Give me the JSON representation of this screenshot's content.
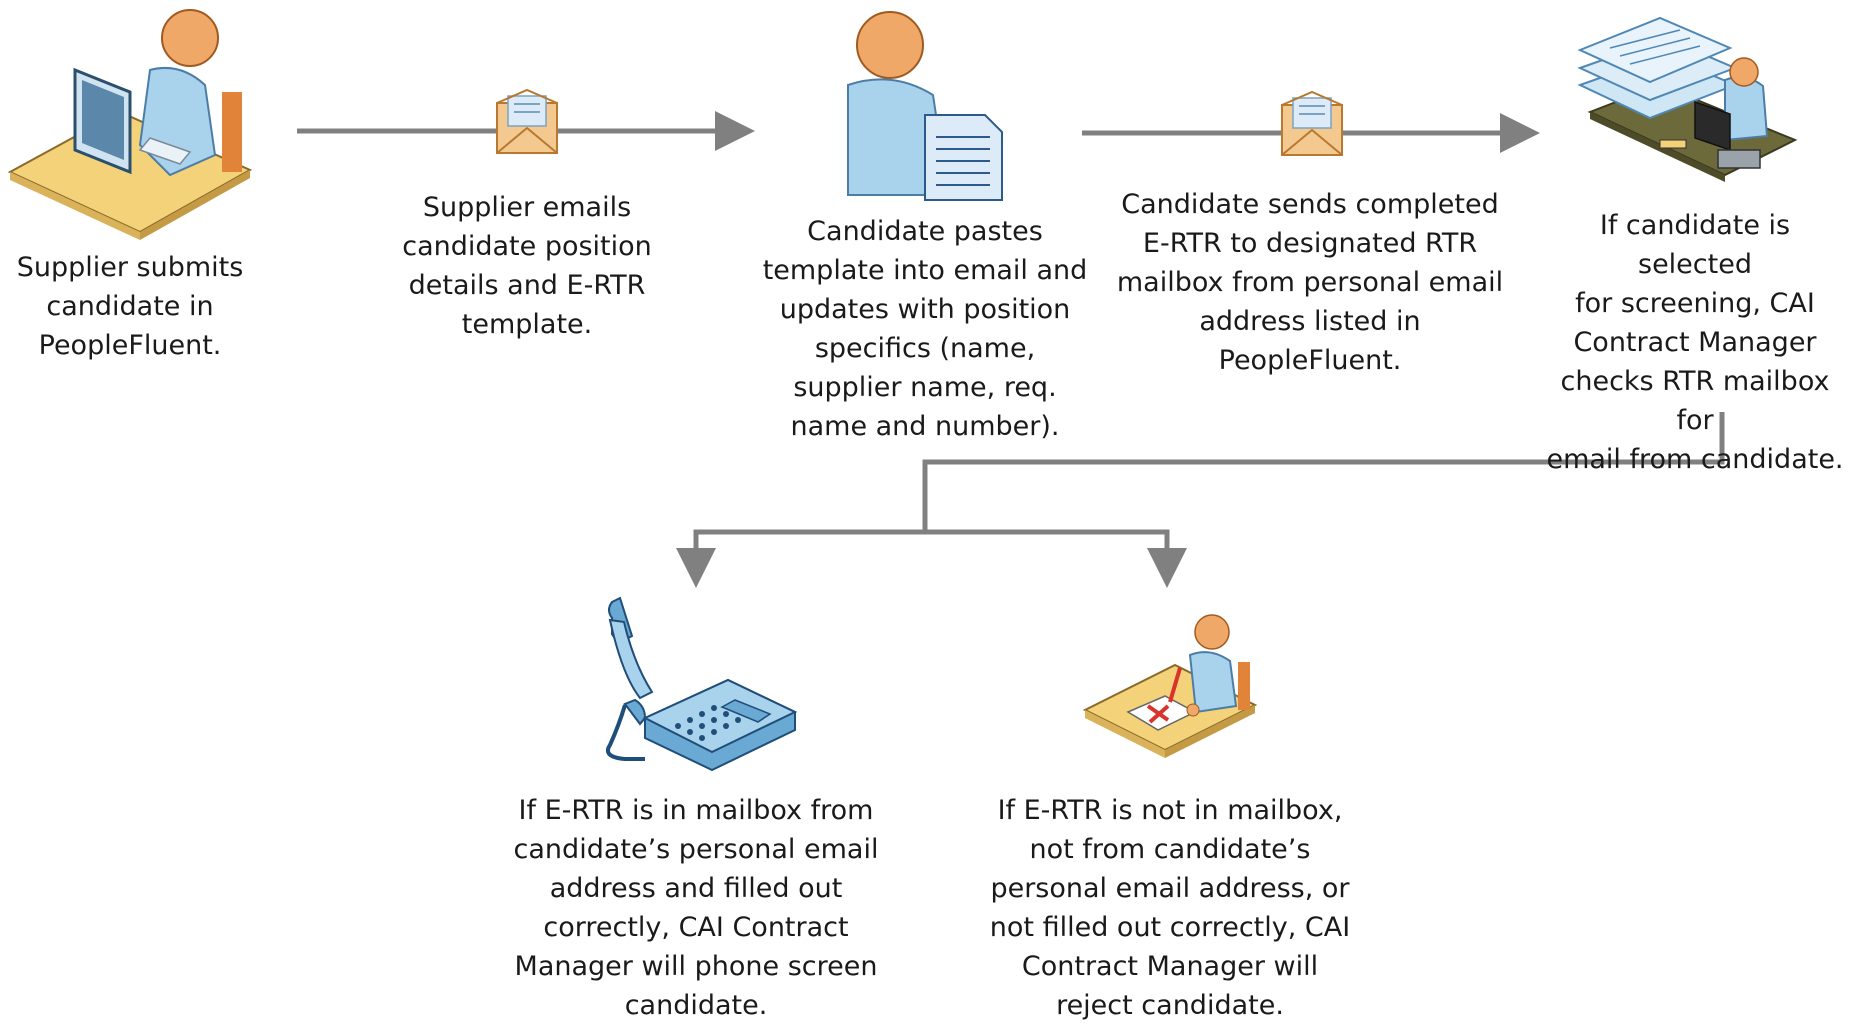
{
  "steps": [
    {
      "id": "supplier-submits",
      "text": "Supplier submits\ncandidate in\nPeopleFluent.",
      "icon": "person-at-computer-icon"
    },
    {
      "id": "supplier-emails",
      "text": "Supplier emails\ncandidate position\ndetails and E-RTR\ntemplate.",
      "icon": "envelope-icon"
    },
    {
      "id": "candidate-pastes",
      "text": "Candidate pastes\ntemplate into email and\nupdates with position\nspecifics (name,\nsupplier name, req.\nname and number).",
      "icon": "person-with-document-icon"
    },
    {
      "id": "candidate-sends",
      "text": "Candidate sends completed\nE-RTR to designated RTR\nmailbox from personal email\naddress listed in\nPeopleFluent.",
      "icon": "envelope-icon"
    },
    {
      "id": "manager-checks",
      "text": "If candidate is selected\nfor screening, CAI\nContract Manager\nchecks RTR mailbox for\nemail from candidate.",
      "icon": "person-with-documents-at-desk-icon"
    },
    {
      "id": "phone-screen",
      "text": "If E-RTR is in mailbox from\ncandidate’s personal email\naddress and filled out\ncorrectly, CAI Contract\nManager will phone screen\ncandidate.",
      "icon": "telephone-icon"
    },
    {
      "id": "reject",
      "text": "If E-RTR is not in mailbox,\nnot from candidate’s\npersonal email address, or\nnot filled out correctly, CAI\nContract Manager will\nreject candidate.",
      "icon": "person-rejecting-form-icon"
    }
  ],
  "colors": {
    "arrow": "#808080",
    "skin": "#f0a868",
    "shirt": "#a9d2ec",
    "desk": "#f4d27a",
    "envelope": "#f3c98f",
    "phone": "#6aa9d4"
  }
}
